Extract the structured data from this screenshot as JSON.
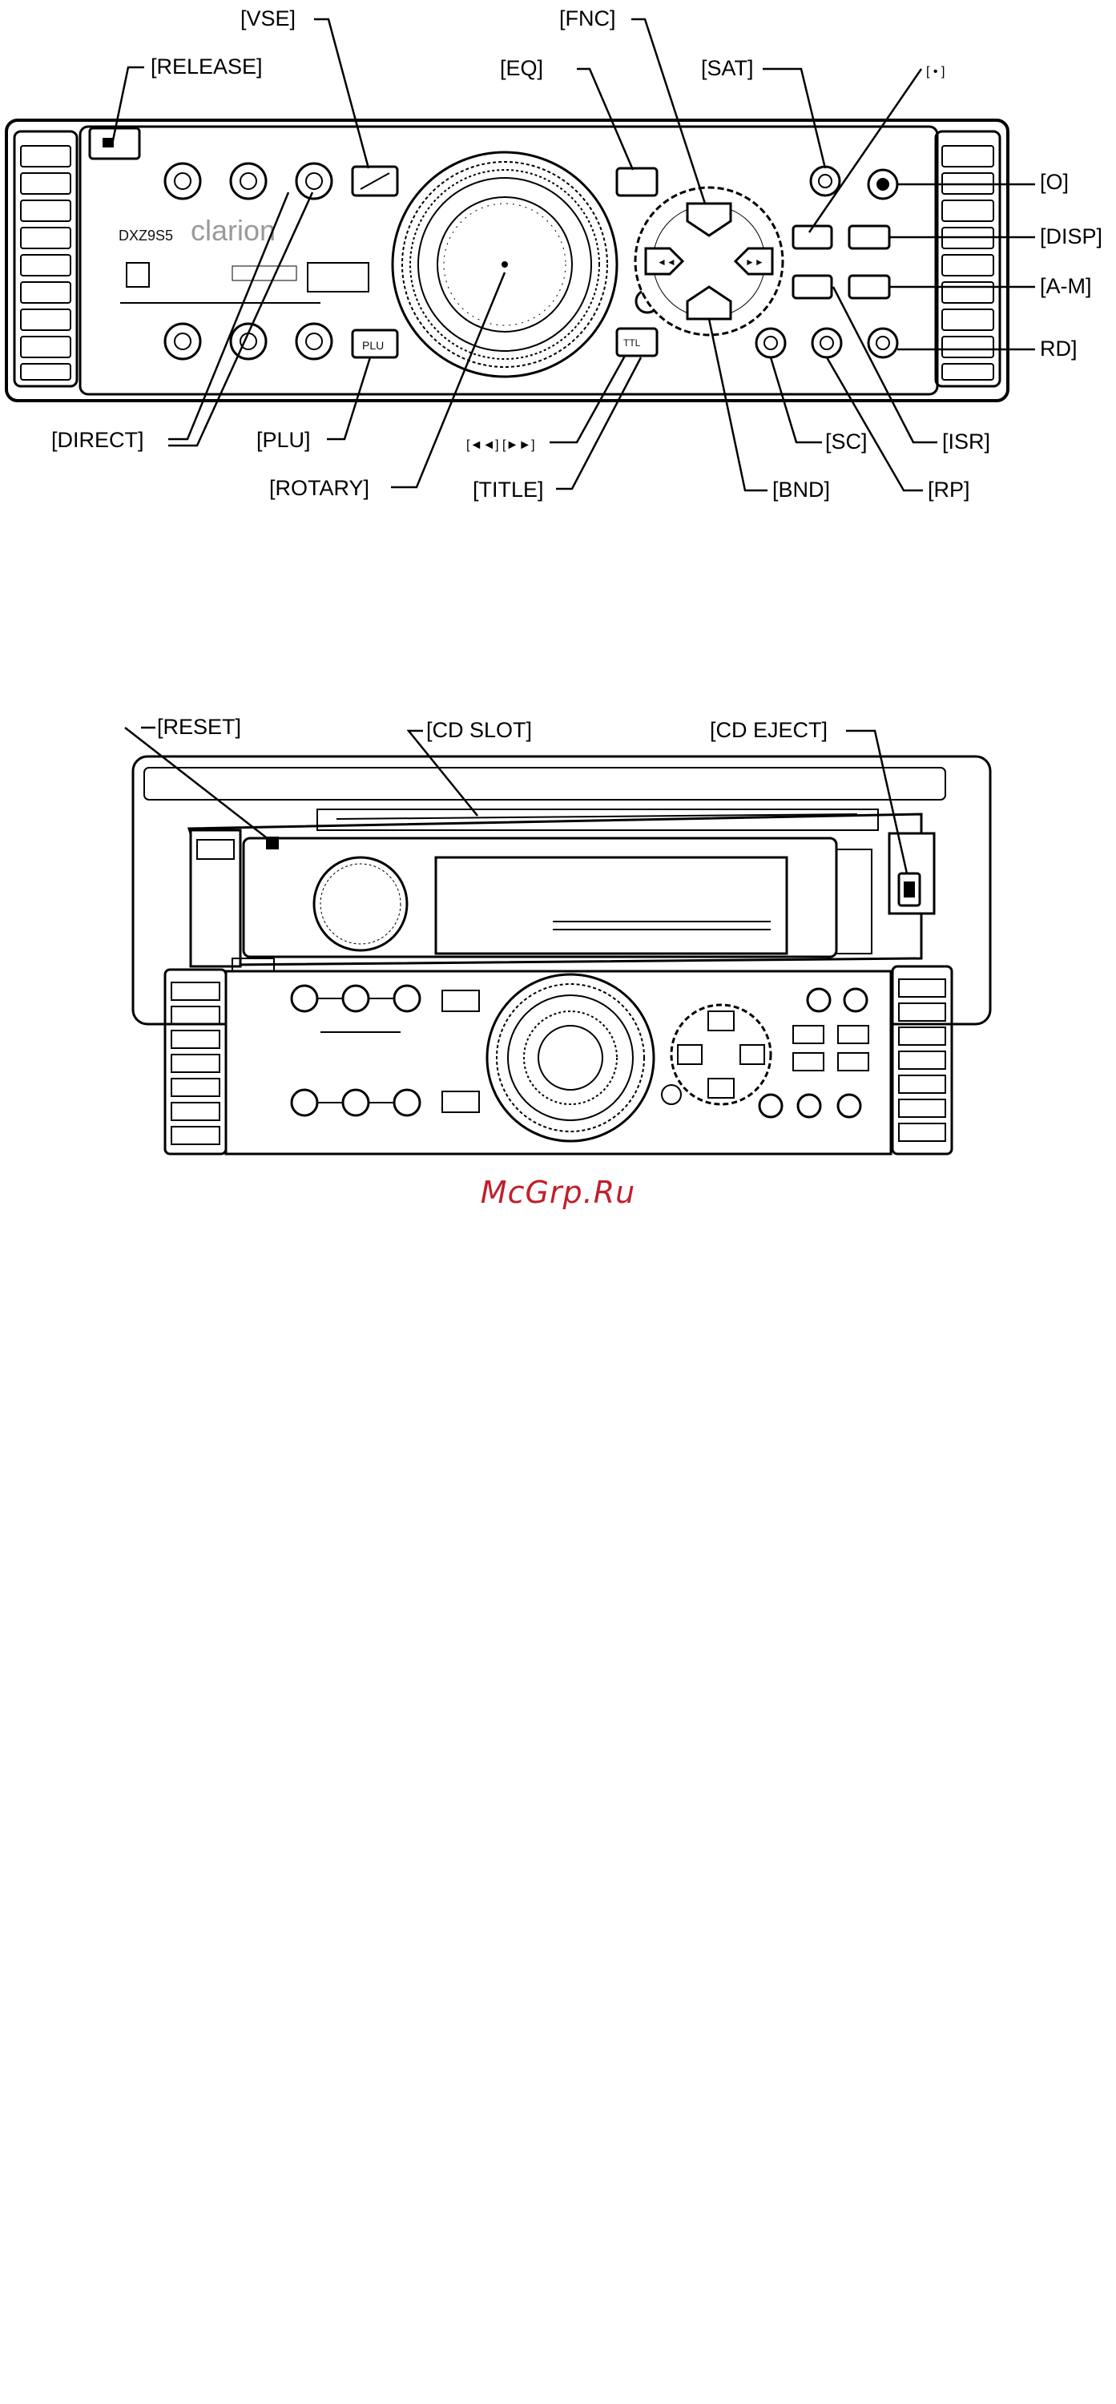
{
  "diagram1": {
    "labels": {
      "vse": "[VSE]",
      "fnc": "[FNC]",
      "release": "[RELEASE]",
      "eq": "[EQ]",
      "sat": "[SAT]",
      "small_top": "[ • ]",
      "o": "[O]",
      "disp": "[DISP]",
      "am": "[A-M]",
      "rd": "RD]",
      "direct": "[DIRECT]",
      "plu": "[PLU]",
      "rotary": "[ROTARY]",
      "title": "[TITLE]",
      "mini": "[◄◄] [►►]",
      "sc": "[SC]",
      "isr": "[ISR]",
      "bnd": "[BND]",
      "rp": "[RP]"
    },
    "panel": {
      "brand": "clarion",
      "model": "DXZ9S5"
    }
  },
  "diagram2": {
    "labels": {
      "reset": "[RESET]",
      "cd_slot": "[CD SLOT]",
      "cd_eject": "[CD EJECT]"
    }
  },
  "watermark": "McGrp.Ru"
}
